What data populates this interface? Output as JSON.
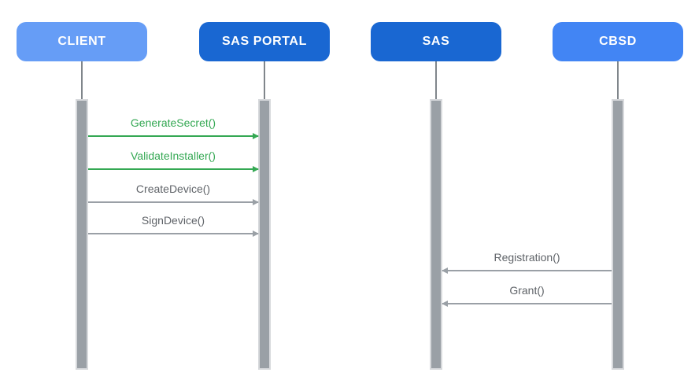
{
  "palette": {
    "light_blue": "#669DF6",
    "medium_blue": "#4285F4",
    "dark_blue": "#1967D2",
    "green_accent": "#34A853",
    "gray_line": "#9AA0A6",
    "gray_text": "#5F6368",
    "activation_fill": "#9AA0A6",
    "activation_border": "#D7D9DC"
  },
  "diagram": {
    "type": "sequence-diagram",
    "actors": [
      {
        "id": "client",
        "label": "CLIENT",
        "color": "#669DF6"
      },
      {
        "id": "sas-portal",
        "label": "SAS PORTAL",
        "color": "#1967D2"
      },
      {
        "id": "sas",
        "label": "SAS",
        "color": "#1967D2"
      },
      {
        "id": "cbsd",
        "label": "CBSD",
        "color": "#4285F4"
      }
    ],
    "messages": [
      {
        "label": "GenerateSecret()",
        "from": "client",
        "to": "sas-portal",
        "style": "green"
      },
      {
        "label": "ValidateInstaller()",
        "from": "client",
        "to": "sas-portal",
        "style": "green"
      },
      {
        "label": "CreateDevice()",
        "from": "client",
        "to": "sas-portal",
        "style": "gray"
      },
      {
        "label": "SignDevice()",
        "from": "client",
        "to": "sas-portal",
        "style": "gray"
      },
      {
        "label": "Registration()",
        "from": "cbsd",
        "to": "sas",
        "style": "gray"
      },
      {
        "label": "Grant()",
        "from": "cbsd",
        "to": "sas",
        "style": "gray"
      }
    ]
  }
}
